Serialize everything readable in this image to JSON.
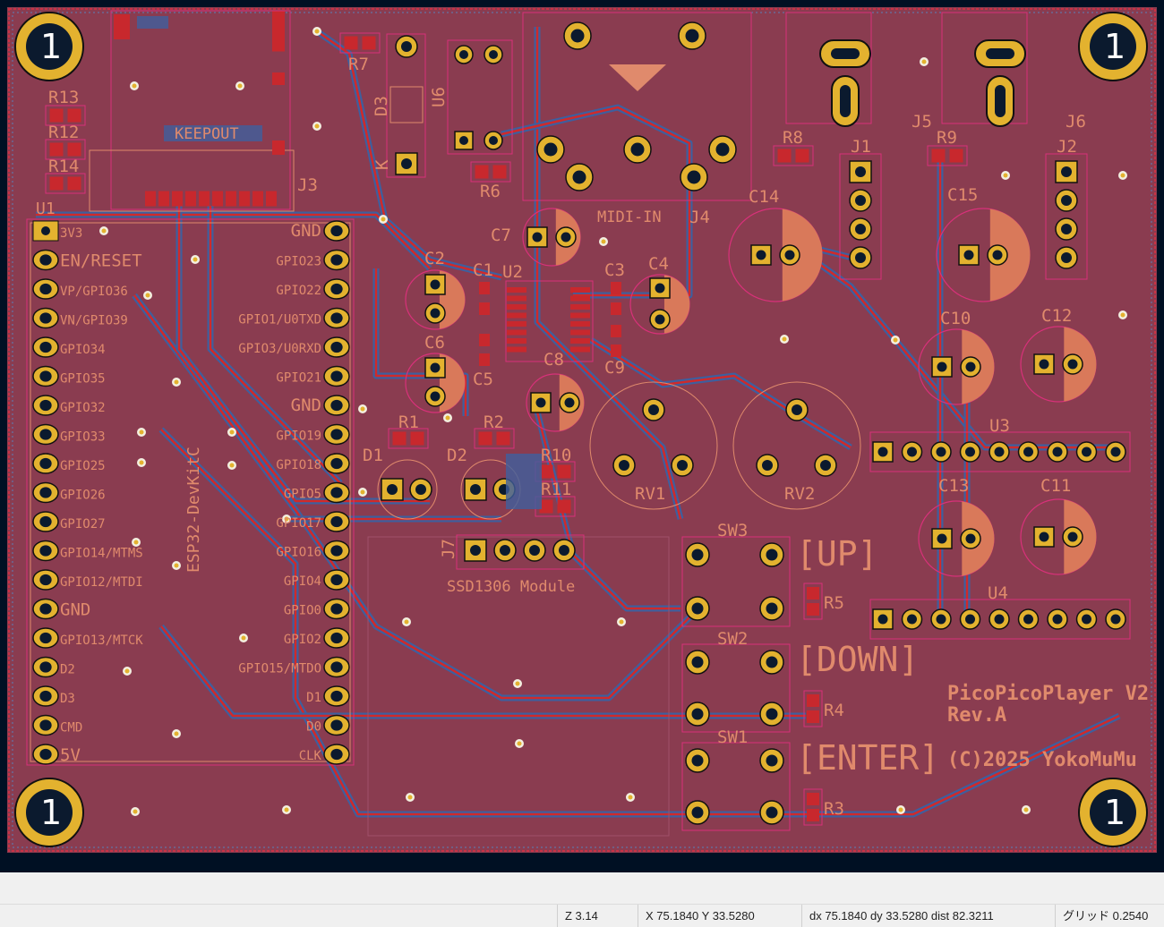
{
  "board": {
    "title_lines": [
      "PicoPicoPlayer V2",
      "Rev.A",
      "(C)2025 YokoMuMu"
    ],
    "mounting_hole_label": "1",
    "keepout_label": "KEEPOUT",
    "colors": {
      "board": "#8a3c50",
      "background": "#001023",
      "pad": "#e3b22f",
      "smd": "#c8282d",
      "silk": "#e08a6c",
      "trace_front": "#d02a2a",
      "trace_back": "#3e5f9e"
    }
  },
  "esp32": {
    "ref": "U1",
    "value": "ESP32-DevKitC",
    "left_pins": [
      "3V3",
      "EN/RESET",
      "VP/GPIO36",
      "VN/GPIO39",
      "GPIO34",
      "GPIO35",
      "GPIO32",
      "GPIO33",
      "GPIO25",
      "GPIO26",
      "GPIO27",
      "GPIO14/MTMS",
      "GPIO12/MTDI",
      "GND",
      "GPIO13/MTCK",
      "D2",
      "D3",
      "CMD",
      "5V"
    ],
    "right_pins": [
      "GND",
      "GPIO23",
      "GPIO22",
      "GPIO1/U0TXD",
      "GPIO3/U0RXD",
      "GPIO21",
      "GND",
      "GPIO19",
      "GPIO18",
      "GPIO5",
      "GPIO17",
      "GPIO16",
      "GPIO4",
      "GPIO0",
      "GPIO2",
      "GPIO15/MTDO",
      "D1",
      "D0",
      "CLK"
    ]
  },
  "refs": [
    "R13",
    "R12",
    "R14",
    "J3",
    "R7",
    "D3",
    "K",
    "U6",
    "R6",
    "J4",
    "MIDI-IN",
    "J5",
    "J6",
    "R8",
    "R9",
    "J1",
    "J2",
    "C14",
    "C15",
    "C7",
    "C2",
    "C1",
    "U2",
    "C3",
    "C4",
    "C6",
    "C5",
    "C8",
    "C9",
    "C10",
    "C12",
    "U3",
    "R1",
    "R2",
    "D1",
    "D2",
    "R10",
    "R11",
    "RV1",
    "RV2",
    "J7",
    "SSD1306 Module",
    "SW3",
    "SW2",
    "SW1",
    "R5",
    "R4",
    "R3",
    "C13",
    "C11",
    "U4"
  ],
  "button_labels": [
    "[UP]",
    "[DOWN]",
    "[ENTER]"
  ],
  "status": {
    "zoom": "Z 3.14",
    "cursor": "X 75.1840  Y 33.5280",
    "delta": "dx 75.1840  dy 33.5280  dist 82.3211",
    "grid": "グリッド 0.2540"
  }
}
